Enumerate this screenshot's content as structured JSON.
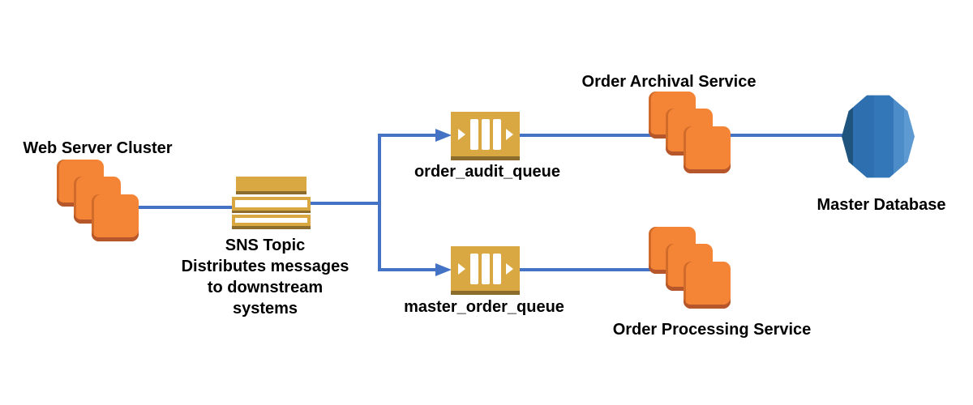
{
  "diagram": {
    "title": "SNS fan-out architecture diagram",
    "colors": {
      "background": "#FFFFFF",
      "label": "#000000",
      "connector_blue": "#4472C4",
      "orange": "#F58536",
      "orange_shadow": "#B5562B",
      "gold": "#D9A843",
      "gold_shadow": "#8C6D2E",
      "db_stripes": [
        "#1E547E",
        "#2D6FAF",
        "#3377B9",
        "#4C8CC8",
        "#5E9AD2"
      ]
    },
    "nodes": {
      "web_server_cluster": {
        "label": "Web Server Cluster",
        "icon": "server-stack-icon"
      },
      "sns_topic": {
        "icon": "sns-topic-icon",
        "label_lines": [
          "SNS Topic",
          "Distributes messages",
          "to downstream",
          "systems"
        ]
      },
      "order_audit_queue": {
        "label": "order_audit_queue",
        "icon": "sqs-queue-icon"
      },
      "master_order_queue": {
        "label": "master_order_queue",
        "icon": "sqs-queue-icon"
      },
      "order_archival_service": {
        "label": "Order Archival Service",
        "icon": "server-stack-icon"
      },
      "order_processing_service": {
        "label": "Order Processing Service",
        "icon": "server-stack-icon"
      },
      "master_database": {
        "label": "Master Database",
        "icon": "database-decagon-icon"
      }
    },
    "edges": [
      {
        "from": "web_server_cluster",
        "to": "sns_topic",
        "arrow": false
      },
      {
        "from": "sns_topic",
        "to": "order_audit_queue",
        "arrow": true
      },
      {
        "from": "sns_topic",
        "to": "master_order_queue",
        "arrow": true
      },
      {
        "from": "order_audit_queue",
        "to": "master_database",
        "arrow": false
      },
      {
        "from": "master_order_queue",
        "to": "order_processing_service",
        "arrow": false
      }
    ]
  }
}
